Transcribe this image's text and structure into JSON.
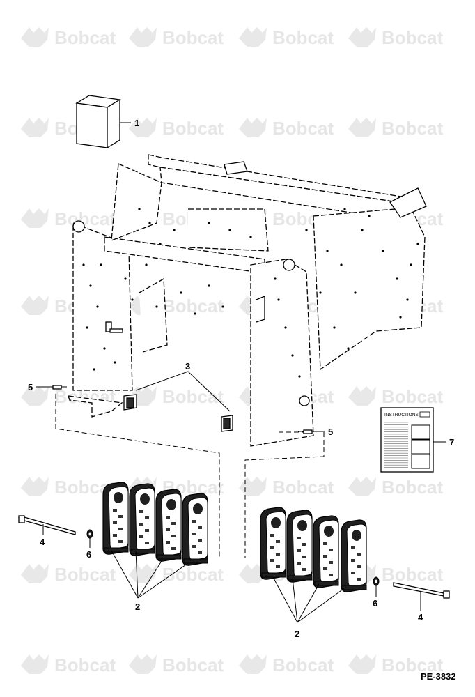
{
  "watermark": {
    "text": "Bobcat"
  },
  "drawing": {
    "reference": "PE-3832"
  },
  "callouts": [
    "1",
    "2",
    "2",
    "3",
    "4",
    "4",
    "5",
    "5",
    "6",
    "6",
    "7"
  ],
  "instructions_card": {
    "title": "INSTRUCTIONS"
  },
  "colors": {
    "ink": "#000000",
    "watermark": "#e6e6e6",
    "background": "#ffffff"
  }
}
